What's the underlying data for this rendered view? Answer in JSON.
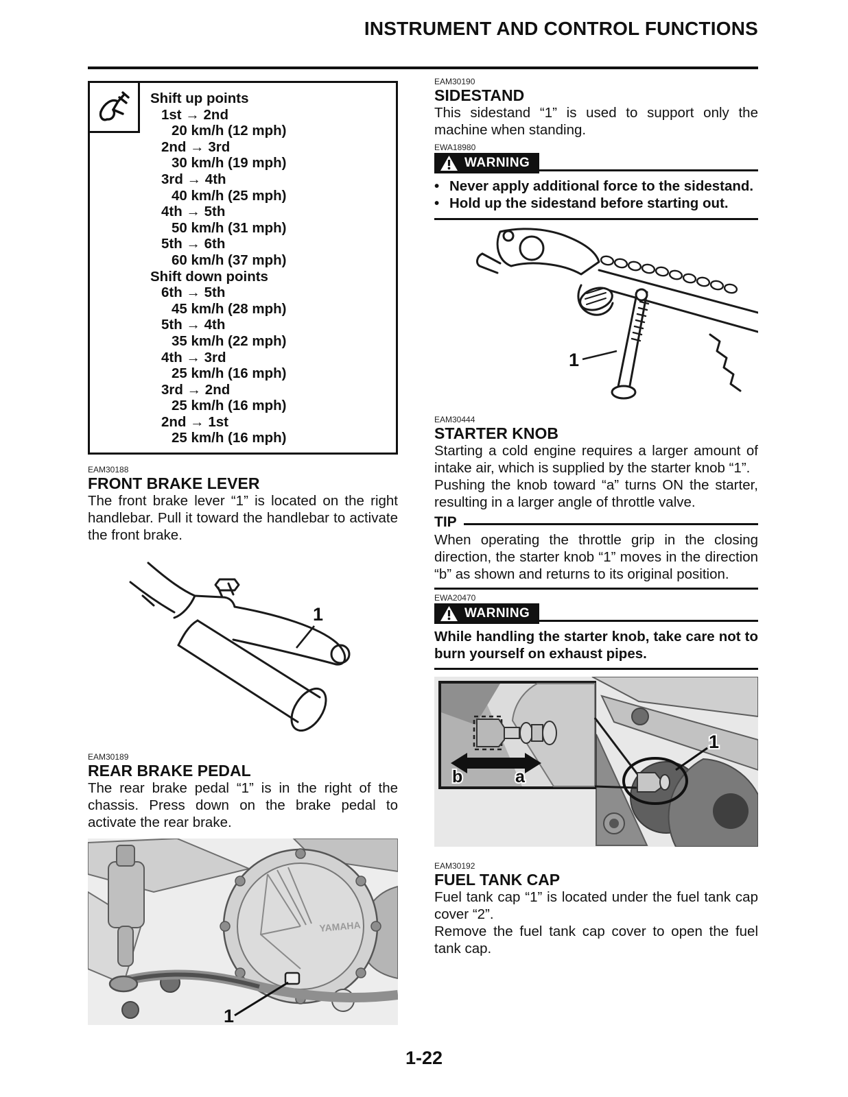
{
  "page": {
    "title": "INSTRUMENT AND CONTROL FUNCTIONS",
    "number": "1-22"
  },
  "shift_box": {
    "lines": [
      {
        "t": "Shift up points"
      },
      {
        "t": "1st → 2nd"
      },
      {
        "t": "20 km/h (12 mph)"
      },
      {
        "t": "2nd → 3rd"
      },
      {
        "t": "30 km/h (19 mph)"
      },
      {
        "t": "3rd → 4th"
      },
      {
        "t": "40 km/h (25 mph)"
      },
      {
        "t": "4th → 5th"
      },
      {
        "t": "50 km/h (31 mph)"
      },
      {
        "t": "5th → 6th"
      },
      {
        "t": "60 km/h (37 mph)"
      },
      {
        "t": "Shift down points"
      },
      {
        "t": "6th → 5th"
      },
      {
        "t": "45 km/h (28 mph)"
      },
      {
        "t": "5th → 4th"
      },
      {
        "t": "35 km/h (22 mph)"
      },
      {
        "t": "4th → 3rd"
      },
      {
        "t": "25 km/h (16 mph)"
      },
      {
        "t": "3rd → 2nd"
      },
      {
        "t": "25 km/h (16 mph)"
      },
      {
        "t": "2nd → 1st"
      },
      {
        "t": "25 km/h (16 mph)"
      }
    ]
  },
  "front_brake": {
    "code": "EAM30188",
    "title": "FRONT BRAKE LEVER",
    "body": "The front brake lever “1” is located on the right handlebar. Pull it toward the handlebar to activate the front brake.",
    "figure_label": "1"
  },
  "rear_brake": {
    "code": "EAM30189",
    "title": "REAR BRAKE PEDAL",
    "body": "The rear brake pedal “1” is in the right of the chassis. Press down on the brake pedal to activate the rear brake.",
    "figure_label": "1",
    "engine_logo": "YAMAHA"
  },
  "sidestand": {
    "code": "EAM30190",
    "title": "SIDESTAND",
    "body": "This sidestand “1” is used to support only the machine when standing.",
    "warning_code": "EWA18980",
    "warning_label": "WARNING",
    "bullet1": "Never apply additional force to the sidestand.",
    "bullet2": "Hold up the sidestand before starting out.",
    "figure_label": "1"
  },
  "starter_knob": {
    "code": "EAM30444",
    "title": "STARTER KNOB",
    "body1": "Starting a cold engine requires a larger amount of intake air, which is supplied by the starter knob “1”.",
    "body2": "Pushing the knob toward “a” turns ON the starter, resulting in a larger angle of throttle valve.",
    "tip_label": "TIP",
    "tip": "When operating the throttle grip in the closing direction, the starter knob “1” moves in the direction “b” as shown and returns to its original position.",
    "warning_code": "EWA20470",
    "warning_label": "WARNING",
    "warning": "While handling the starter knob, take care not to burn yourself on exhaust pipes.",
    "figure_label": "1",
    "dir_a": "a",
    "dir_b": "b"
  },
  "fuel_cap": {
    "code": "EAM30192",
    "title": "FUEL TANK CAP",
    "body1": "Fuel tank cap “1” is located under the fuel tank cap cover “2”.",
    "body2": "Remove the fuel tank cap cover to open the fuel tank cap."
  }
}
